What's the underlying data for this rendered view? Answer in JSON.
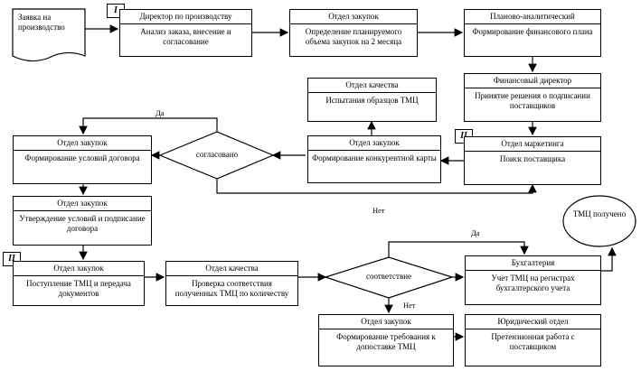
{
  "start_doc": "Заявка на производство",
  "end_node": "ТМЦ получено",
  "tags": {
    "t1": "I",
    "t2": "II",
    "t3": "II"
  },
  "labels": {
    "yes_top": "Да",
    "no_mid": "Нет",
    "yes_right": "Да",
    "no_bottom": "Нет"
  },
  "diamonds": {
    "approval": "согласовано",
    "match": "соответствие"
  },
  "boxes": {
    "director": {
      "head": "Директор по производству",
      "body": "Анализ заказа, внесение и согласование"
    },
    "purchase1": {
      "head": "Отдел закупок",
      "body": "Определение планируемого объема закупок на 2 месяца"
    },
    "planning": {
      "head": "Планово-аналитический",
      "body": "Формирование финансового плана"
    },
    "findir": {
      "head": "Финансовый директор",
      "body": "Принятие решения о подписании поставщиков"
    },
    "quality1": {
      "head": "Отдел качества",
      "body": "Испытания образцов ТМЦ"
    },
    "marketing": {
      "head": "Отдел маркетинга",
      "body": "Поиск поставщика"
    },
    "purchase2": {
      "head": "Отдел закупок",
      "body": "Формирование конкурентной карты"
    },
    "purchase3": {
      "head": "Отдел закупок",
      "body": "Формирование условий договора"
    },
    "purchase4": {
      "head": "Отдел закупок",
      "body": "Утверждение условий и подписание договора"
    },
    "purchase5": {
      "head": "Отдел закупок",
      "body": "Поступление ТМЦ и передача документов"
    },
    "quality2": {
      "head": "Отдел качества",
      "body": "Проверка соответствия полученных ТМЦ по количеству"
    },
    "accounting": {
      "head": "Бухгалтерия",
      "body": "Учет ТМЦ на регистрах бухгалтерского учета"
    },
    "purchase6": {
      "head": "Отдел закупок",
      "body": "Формирование требования к допоставке ТМЦ"
    },
    "legal": {
      "head": "Юридический отдел",
      "body": "Претензионная работа с поставщиком"
    }
  }
}
